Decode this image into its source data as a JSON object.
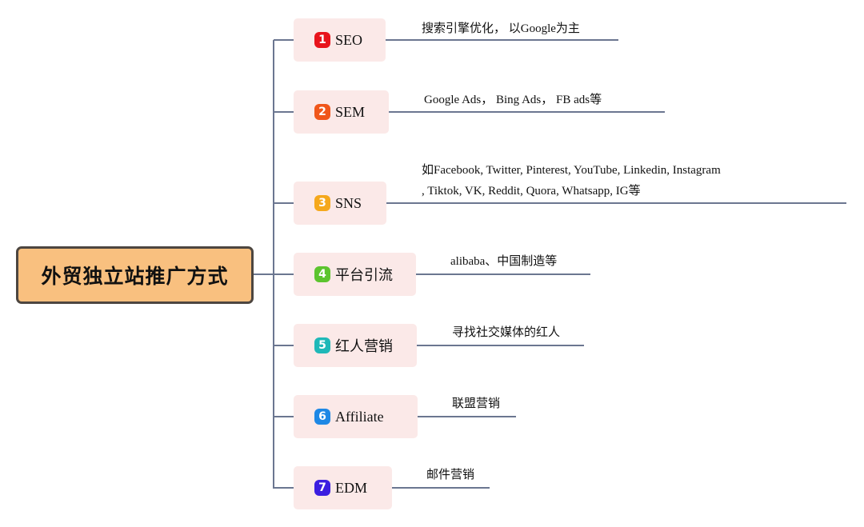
{
  "root": {
    "label": "外贸独立站推广方式"
  },
  "branches": [
    {
      "number": "1",
      "label": "SEO",
      "color": "#e8141c",
      "desc": [
        "搜索引擎优化， 以Google为主"
      ]
    },
    {
      "number": "2",
      "label": "SEM",
      "color": "#f0561a",
      "desc": [
        "Google Ads， Bing Ads， FB ads等"
      ]
    },
    {
      "number": "3",
      "label": "SNS",
      "color": "#f5a81c",
      "desc": [
        "如Facebook, Twitter, Pinterest, YouTube, Linkedin, Instagram",
        ", Tiktok, VK, Reddit, Quora, Whatsapp, IG等"
      ]
    },
    {
      "number": "4",
      "label": "平台引流",
      "color": "#5cc42e",
      "desc": [
        "alibaba、中国制造等"
      ]
    },
    {
      "number": "5",
      "label": "红人营销",
      "color": "#1fb8b8",
      "desc": [
        "寻找社交媒体的红人"
      ]
    },
    {
      "number": "6",
      "label": "Affiliate",
      "color": "#1e88e5",
      "desc": [
        "联盟营销"
      ]
    },
    {
      "number": "7",
      "label": "EDM",
      "color": "#3b1ee0",
      "desc": [
        "邮件营销"
      ]
    }
  ]
}
